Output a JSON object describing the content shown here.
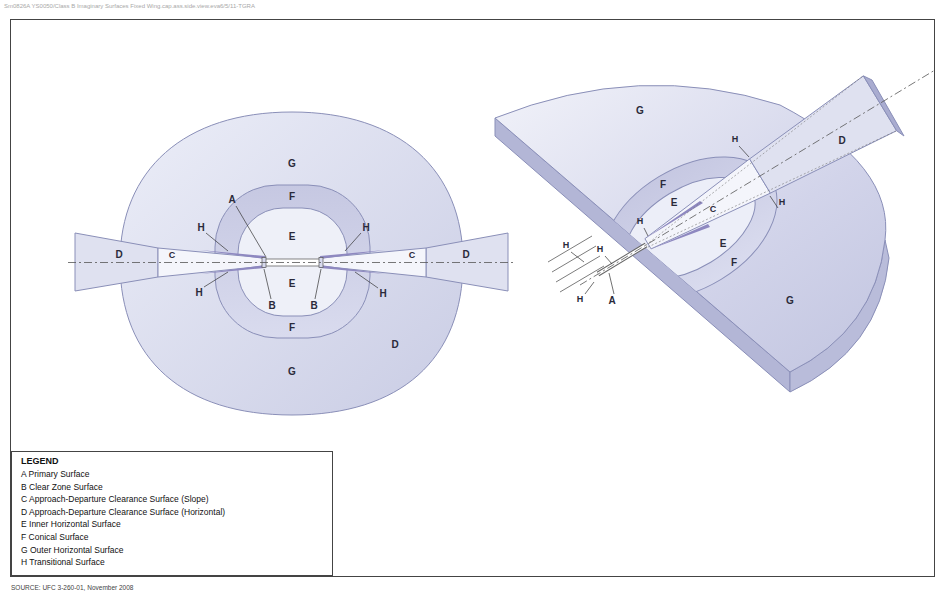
{
  "diagram": {
    "caption": "SOURCE: UFC 3-260-01, November 2008",
    "labels": [
      "Sm0826A YS0050/Class B Imaginary Surfaces Fixed Wing.cap.ass.side.view.eva6/5/11-TGRA",
      "LEGEND",
      "G",
      "A",
      "F",
      "H",
      "H",
      "E",
      "D",
      "C",
      "C",
      "D",
      "E",
      "H",
      "H",
      "F",
      "B",
      "B",
      "D",
      "G",
      "G",
      "D",
      "H",
      "F",
      "C",
      "E",
      "H",
      "H",
      "E",
      "F",
      "G",
      "H",
      "H",
      "H",
      "A"
    ],
    "legend": [
      {
        "text": "A  Primary Surface"
      },
      {
        "text": "B  Clear Zone Surface"
      },
      {
        "text": "C  Approach-Departure Clearance Surface (Slope)"
      },
      {
        "text": "D  Approach-Departure Clearance Surface (Horizontal)"
      },
      {
        "text": "E  Inner Horizontal Surface"
      },
      {
        "text": "F  Conical Surface"
      },
      {
        "text": "G  Outer Horizontal Surface"
      },
      {
        "text": "H  Transitional Surface"
      }
    ]
  }
}
